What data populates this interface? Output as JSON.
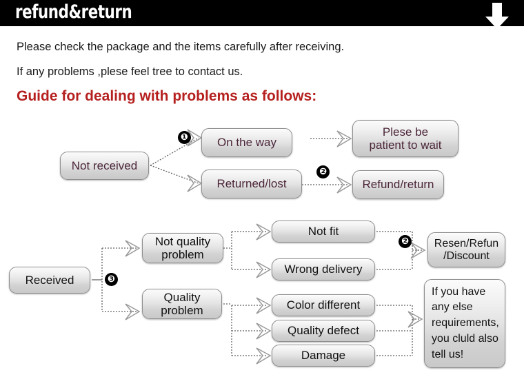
{
  "header": {
    "title": "refund&return",
    "arrow_icon": "down-arrow-icon",
    "bg_color": "#000000"
  },
  "intro": {
    "line1": "Please check the package and the items carefully after receiving.",
    "line2": "If any problems ,plese feel tree to contact us.",
    "guide_title": "Guide for dealing with problems as follows:",
    "guide_color": "#b5201f"
  },
  "badges": {
    "one": "❶",
    "two": "❷",
    "three": "❸"
  },
  "flow_top": {
    "start": "Not received",
    "branch_a": "On the way",
    "branch_b": "Returned/lost",
    "result_a": "Plese be\npatient to wait",
    "result_a_line1": "Plese be",
    "result_a_line2": "patient to wait",
    "result_b": "Refund/return"
  },
  "flow_bottom": {
    "start": "Received",
    "cat_a_line1": "Not quality",
    "cat_a_line2": "problem",
    "cat_b_line1": "Quality",
    "cat_b_line2": "problem",
    "issues_a": [
      "Not fit",
      "Wrong delivery"
    ],
    "issues_b": [
      "Color different",
      "Quality defect",
      "Damage"
    ],
    "result_a_line1": "Resen/Refun",
    "result_a_line2": "/Discount",
    "result_b": "If you have any else requirements, you cluld also tell us!",
    "result_b_lines": [
      "If you have",
      "any else",
      "requirements,",
      "you cluld also",
      "tell us!"
    ]
  },
  "style": {
    "box_text_color": "#4b2538",
    "box_text_color_dark": "#111111",
    "box_border": "#8e8e8e",
    "wire_color": "#606060"
  }
}
